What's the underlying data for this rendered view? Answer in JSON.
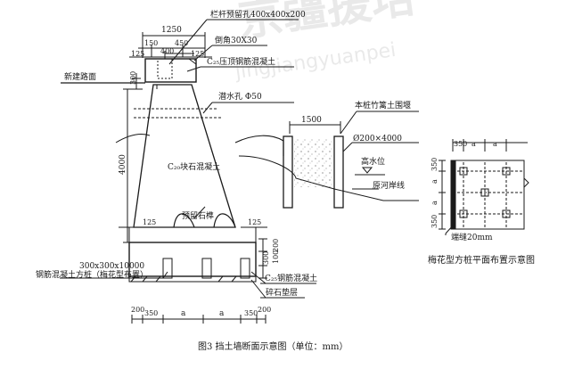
{
  "watermark": {
    "cn": "京疆援培",
    "pinyin": "jingjiangyuanpei"
  },
  "main": {
    "top_dim_1250": "1250",
    "top_dim_150": "150",
    "top_dim_450": "450",
    "top_dim_400": "400",
    "top_dim_125l": "125",
    "top_dim_125r": "125",
    "label_railing_hole": "栏杆预留孔400x400x200",
    "label_chamfer": "倒角30X30",
    "label_cap_beam": "C₂₅压顶钢筋混凝土",
    "label_new_road": "新建路面",
    "dim_300_top": "300",
    "label_weep_hole": "潜水孔 Φ50",
    "dim_4000": "4000",
    "label_rubble_concrete": "C₂₀块石混凝土",
    "label_stone_tenon": "预留石榫",
    "dim_125_left": "125",
    "dim_125_right": "125",
    "dim_200_side": "200",
    "dim_300_side": "300",
    "dim_100_side": "100",
    "label_pile_size": "300x300x10000",
    "label_square_pile": "钢筋混凝土方桩（梅花型布置）",
    "label_c25_rc": "C₂₅钢筋混凝土",
    "label_gravel": "碎石垫层",
    "bottom_dims": [
      "200",
      "350",
      "a",
      "a",
      "350",
      "200"
    ]
  },
  "cofferdam": {
    "label_cofferdam": "本桩竹篱土围堰",
    "dim_1500": "1500",
    "label_pile_dia": "Ø200×4000",
    "label_high_water": "高水位",
    "label_river_bank": "原河岸线"
  },
  "plan": {
    "top_dims": [
      "350",
      "a",
      "a"
    ],
    "side_dims": [
      "350",
      "a",
      "a",
      "350"
    ],
    "label_joint": "端缝20mm",
    "caption": "梅花型方桩平面布置示意图"
  },
  "figure_caption": "图3    挡土墙断面示意图（单位：mm）"
}
